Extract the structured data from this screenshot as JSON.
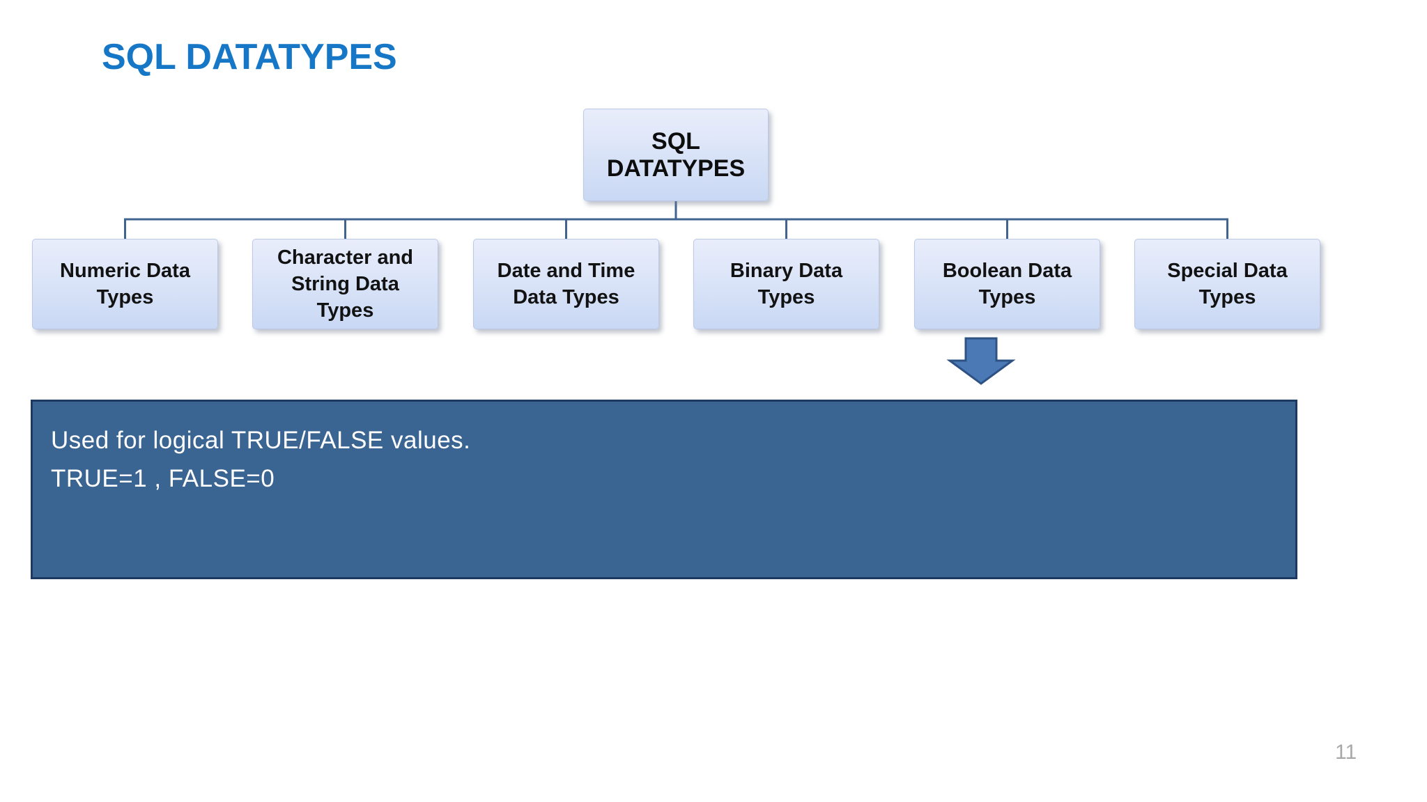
{
  "slide": {
    "title": "SQL DATATYPES",
    "page_number": "11"
  },
  "diagram": {
    "root_label": "SQL DATATYPES",
    "children": [
      {
        "label": "Numeric Data\nTypes"
      },
      {
        "label": "Character and\nString Data\nTypes"
      },
      {
        "label": "Date and Time\nData Types"
      },
      {
        "label": "Binary Data\nTypes"
      },
      {
        "label": "Boolean Data\nTypes"
      },
      {
        "label": "Special Data\nTypes"
      }
    ],
    "arrow_icon": "down-block-arrow",
    "arrow_points_from": "Boolean Data Types"
  },
  "callout": {
    "line1": "Used for logical TRUE/FALSE values.",
    "line2": "TRUE=1 , FALSE=0"
  },
  "colors": {
    "title": "#1577c5",
    "node_fill_top": "#e9edfb",
    "node_fill_bottom": "#c9d8f4",
    "connector": "#40648f",
    "arrow_fill": "#4b79b6",
    "arrow_border": "#2d5284",
    "callout_fill": "#3a6492",
    "callout_border": "#1c3a60",
    "page_number": "#a8a8a8"
  }
}
